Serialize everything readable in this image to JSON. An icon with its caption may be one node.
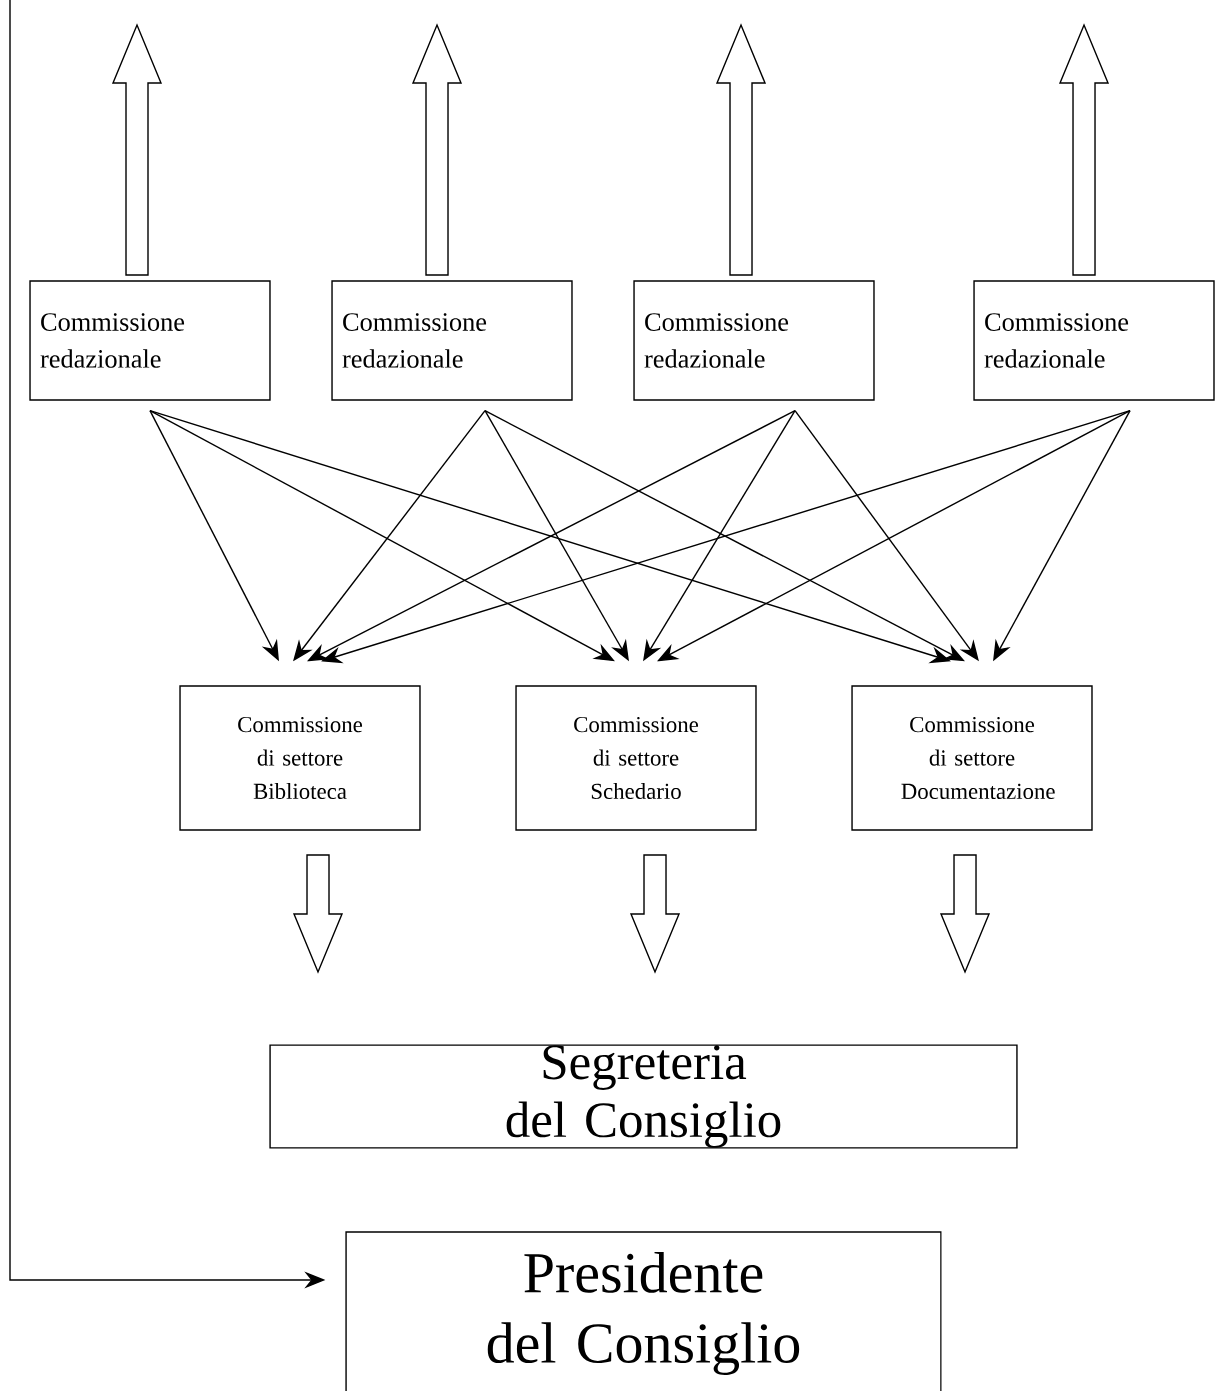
{
  "diagram": {
    "nodes": [
      {
        "text": [
          "Commissione redazionale"
        ]
      },
      {
        "text": [
          "Commissione redazionale"
        ]
      },
      {
        "text": [
          "Commissione redazionale"
        ]
      },
      {
        "text": [
          "Commissione redazionale"
        ]
      },
      {
        "text": [
          "Commissione di settore Biblioteca"
        ]
      },
      {
        "text": [
          "Commissione di settore Schedario"
        ]
      },
      {
        "text": [
          "Commissione di settore Documentazione"
        ]
      },
      {
        "text": [
          "Segreteria del Consiglio"
        ]
      },
      {
        "text": [
          "Presidente del Consiglio"
        ]
      }
    ],
    "edges": [
      {
        "from": 0,
        "to": null,
        "arrow": "to"
      },
      {
        "from": 1,
        "to": null,
        "arrow": "to"
      },
      {
        "from": 2,
        "to": null,
        "arrow": "to"
      },
      {
        "from": 3,
        "to": null,
        "arrow": "to"
      },
      {
        "from": 0,
        "to": 4,
        "arrow": "to"
      },
      {
        "from": 0,
        "to": 5,
        "arrow": "to"
      },
      {
        "from": 0,
        "to": 6,
        "arrow": "to"
      },
      {
        "from": 1,
        "to": 4,
        "arrow": "to"
      },
      {
        "from": 1,
        "to": 5,
        "arrow": "to"
      },
      {
        "from": 1,
        "to": 6,
        "arrow": "to"
      },
      {
        "from": 2,
        "to": 4,
        "arrow": "to"
      },
      {
        "from": 2,
        "to": 5,
        "arrow": "to"
      },
      {
        "from": 2,
        "to": 6,
        "arrow": "to"
      },
      {
        "from": 3,
        "to": 4,
        "arrow": "to"
      },
      {
        "from": 3,
        "to": 5,
        "arrow": "to"
      },
      {
        "from": 3,
        "to": 6,
        "arrow": "to"
      },
      {
        "from": 4,
        "to": 7,
        "arrow": "to"
      },
      {
        "from": 5,
        "to": 7,
        "arrow": "to"
      },
      {
        "from": 6,
        "to": 7,
        "arrow": "to"
      },
      {
        "from": null,
        "to": 8,
        "arrow": "to"
      }
    ]
  }
}
